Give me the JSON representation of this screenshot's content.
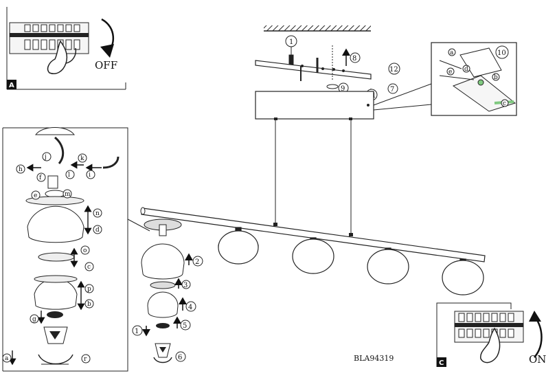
{
  "panels": {
    "switch_off": {
      "corner_label": "A",
      "action_label": "OFF"
    },
    "switch_on": {
      "corner_label": "C",
      "action_label": "ON"
    }
  },
  "product_code": "BLA94319",
  "callouts": {
    "a": "a",
    "b": "b",
    "c": "c",
    "d": "d",
    "e": "e",
    "f": "f",
    "g": "g",
    "h": "h",
    "i": "i",
    "j": "j",
    "k": "k",
    "l": "l",
    "m": "m",
    "n": "n",
    "o": "o",
    "p": "p",
    "r": "r"
  },
  "steps": [
    "1",
    "2",
    "3",
    "4",
    "5",
    "6",
    "7",
    "8",
    "9",
    "10",
    "11",
    "12"
  ]
}
